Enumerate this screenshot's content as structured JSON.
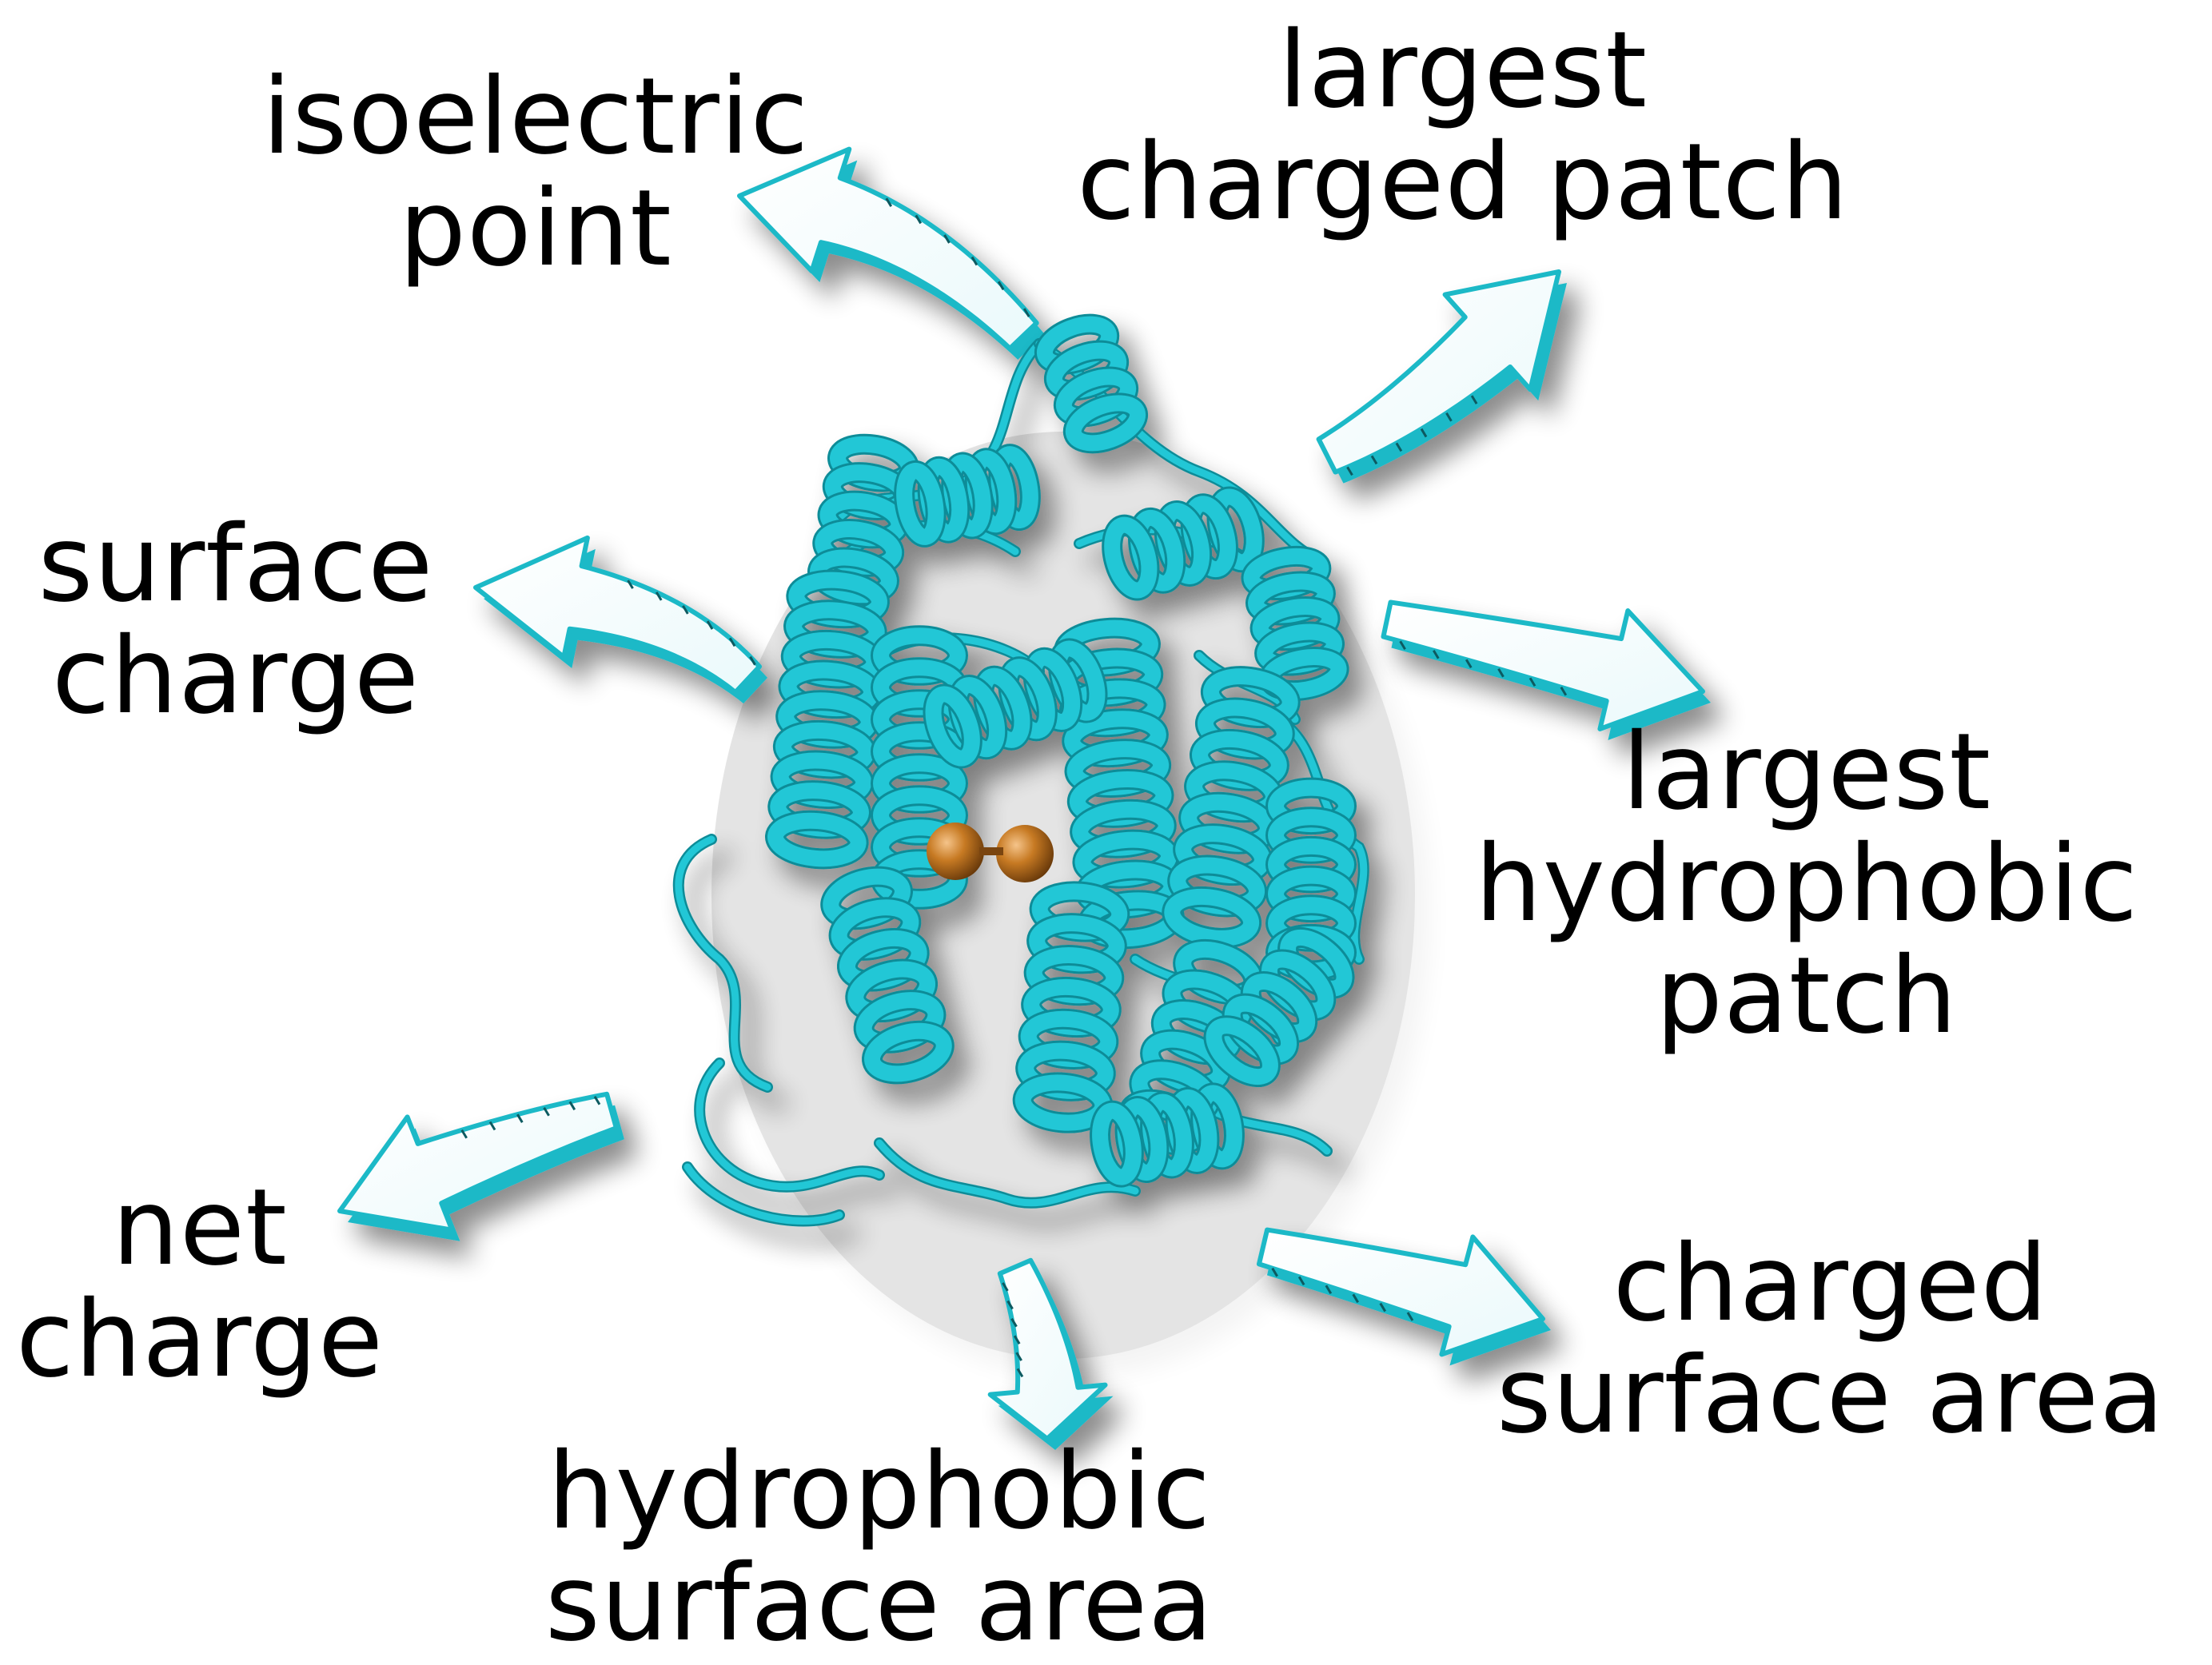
{
  "labels": {
    "isoelectric_point": [
      "isoelectric",
      "point"
    ],
    "largest_charged_patch": [
      "largest",
      "charged patch"
    ],
    "surface_charge": [
      "surface",
      "charge"
    ],
    "largest_hydrophobic_patch": [
      "largest",
      "hydrophobic",
      "patch"
    ],
    "net_charge": [
      "net",
      "charge"
    ],
    "hydrophobic_surface_area": [
      "hydrophobic",
      "surface area"
    ],
    "charged_surface_area": [
      "charged",
      "surface area"
    ]
  },
  "colors": {
    "protein": "#22C7D6",
    "protein_dark": "#0E8C98",
    "arrow_fill": "#FFFFFF",
    "arrow_edge": "#1BB9C7",
    "metal_ion": "#C77A23",
    "text": "#000000"
  },
  "icons": {
    "protein_structure": "protein-ribbon-icon",
    "metal_ions": "sphere-icon"
  }
}
